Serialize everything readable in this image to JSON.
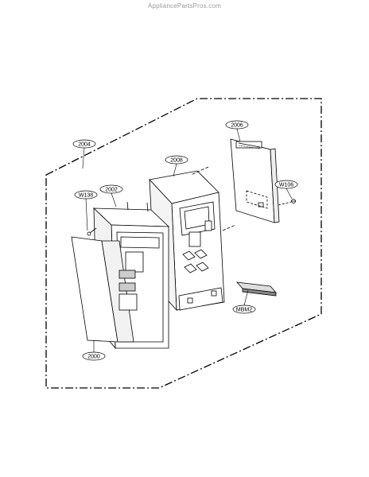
{
  "watermark": "AppliancePartsPros.com",
  "callouts": {
    "boundary": "2004",
    "pcb": "2006",
    "bracket": "2008",
    "frame": "2002",
    "screw_left": "W138",
    "screw_right": "W106",
    "sheet": "2000",
    "module": "MBM2"
  }
}
